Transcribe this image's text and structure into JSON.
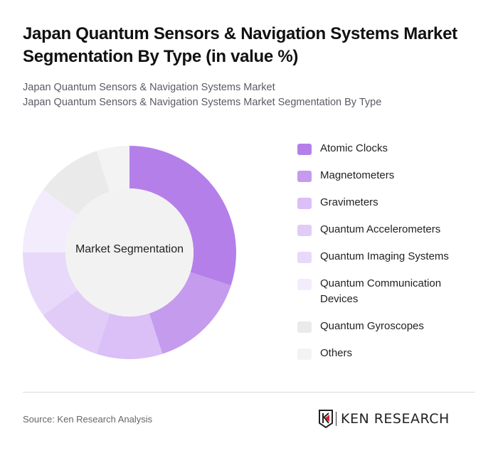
{
  "header": {
    "title": "Japan Quantum Sensors & Navigation Systems Market Segmentation By Type (in value %)",
    "subtitle_line1": "Japan Quantum Sensors & Navigation Systems Market",
    "subtitle_line2": "Japan Quantum Sensors & Navigation Systems Market Segmentation By Type"
  },
  "chart": {
    "center_label": "Market Segmentation"
  },
  "legend": [
    {
      "label": "Atomic Clocks",
      "color": "#b57fea"
    },
    {
      "label": "Magnetometers",
      "color": "#c59bed"
    },
    {
      "label": "Gravimeters",
      "color": "#dbbff7"
    },
    {
      "label": "Quantum Accelerometers",
      "color": "#e1cbf7"
    },
    {
      "label": "Quantum Imaging Systems",
      "color": "#e8d9fa"
    },
    {
      "label": "Quantum Communication Devices",
      "color": "#f3ecfc"
    },
    {
      "label": "Quantum Gyroscopes",
      "color": "#eaeaea"
    },
    {
      "label": "Others",
      "color": "#f3f3f3"
    }
  ],
  "footer": {
    "source": "Source: Ken Research Analysis",
    "logo_text": "KEN RESEARCH"
  },
  "chart_data": {
    "type": "pie",
    "variant": "donut",
    "title": "Japan Quantum Sensors & Navigation Systems Market Segmentation By Type (in value %)",
    "center_label": "Market Segmentation",
    "categories": [
      "Atomic Clocks",
      "Magnetometers",
      "Gravimeters",
      "Quantum Accelerometers",
      "Quantum Imaging Systems",
      "Quantum Communication Devices",
      "Quantum Gyroscopes",
      "Others"
    ],
    "values": [
      30,
      15,
      10,
      10,
      10,
      10,
      10,
      5
    ],
    "colors": [
      "#b57fea",
      "#c59bed",
      "#dbbff7",
      "#e1cbf7",
      "#e8d9fa",
      "#f3ecfc",
      "#eaeaea",
      "#f3f3f3"
    ],
    "legend_position": "right",
    "unit": "%"
  }
}
